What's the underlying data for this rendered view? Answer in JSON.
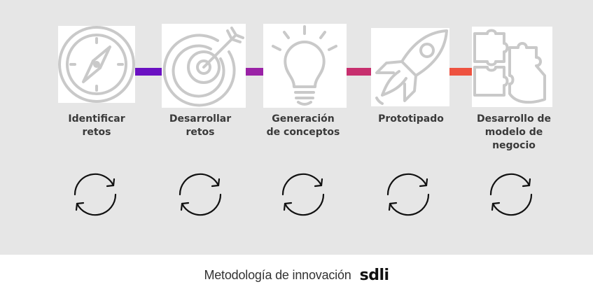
{
  "steps": [
    {
      "label_lines": [
        "Identificar",
        "retos"
      ],
      "icon": "compass-icon"
    },
    {
      "label_lines": [
        "Desarrollar",
        "retos"
      ],
      "icon": "target-arrow-icon"
    },
    {
      "label_lines": [
        "Generación",
        "de conceptos"
      ],
      "icon": "lightbulb-icon"
    },
    {
      "label_lines": [
        "Prototipado"
      ],
      "icon": "rocket-icon"
    },
    {
      "label_lines": [
        "Desarrollo de",
        "modelo de",
        "negocio"
      ],
      "icon": "puzzle-icon"
    }
  ],
  "connectors": [
    {
      "color": "#6a10c2"
    },
    {
      "color": "#9a22a6"
    },
    {
      "color": "#c72f6e"
    },
    {
      "color": "#ee5240"
    }
  ],
  "cycle_icon": "refresh-cycle-icon",
  "footer": {
    "caption": "Metodología de innovación",
    "brand": "sdli"
  }
}
